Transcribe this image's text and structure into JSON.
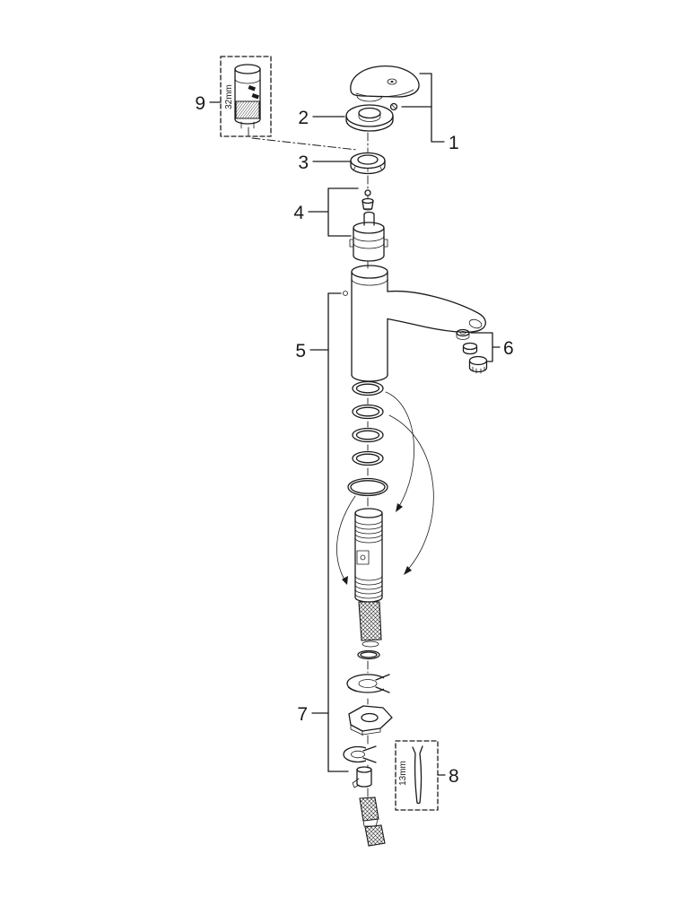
{
  "diagram": {
    "background": "#ffffff",
    "line_color": "#1a1a1a"
  },
  "parts": {
    "p1": "1",
    "p2": "2",
    "p3": "3",
    "p4": "4",
    "p5": "5",
    "p6": "6",
    "p7": "7",
    "p8": "8",
    "p9": "9"
  },
  "dimensions": {
    "service_tool": "32mm",
    "wrench": "13mm"
  }
}
